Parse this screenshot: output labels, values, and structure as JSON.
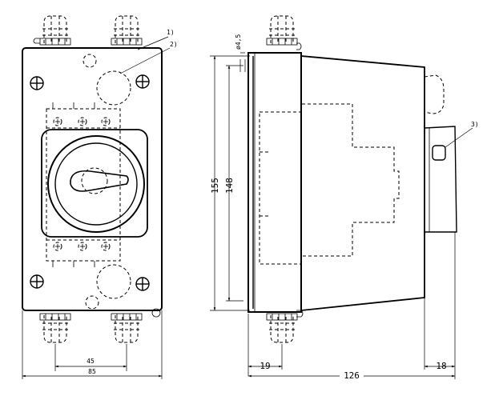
{
  "callouts": {
    "c1": "1)",
    "c2": "2)",
    "c3": "3)"
  },
  "dimensions": {
    "hole": "ø4,5",
    "overall_height": "155",
    "mount_height": "148",
    "gland_spacing": "45",
    "overall_width": "85",
    "lid_depth": "19",
    "overall_depth": "126",
    "protrusion": "18"
  }
}
